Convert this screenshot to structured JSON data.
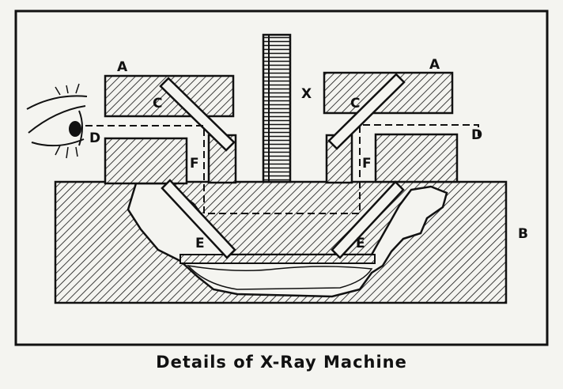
{
  "caption": "Details of X-Ray Machine",
  "labels": {
    "a_left": "A",
    "a_right": "A",
    "b": "B",
    "c_left": "C",
    "c_right": "C",
    "d_left": "D",
    "d_right": "D",
    "e_left": "E",
    "e_right": "E",
    "f_left": "F",
    "f_right": "F",
    "x": "X"
  },
  "colors": {
    "ink": "#111111",
    "paper": "#f4f4f0"
  }
}
